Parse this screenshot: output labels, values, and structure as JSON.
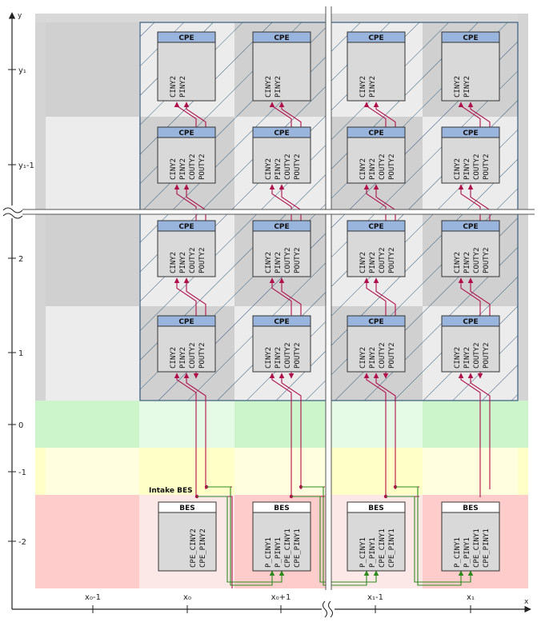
{
  "axes": {
    "y_label": "y",
    "x_label": "x",
    "y_ticks": [
      "y₁",
      "y₁-1",
      "2",
      "1",
      "0",
      "-1",
      "-2"
    ],
    "x_ticks": [
      "x₀-1",
      "x₀",
      "x₀+1",
      "x₁-1",
      "x₁"
    ]
  },
  "cpe": {
    "title": "CPE",
    "top_row_pins": [
      "CINY2",
      "PINY2"
    ],
    "pins": [
      "CINY2",
      "PINY2",
      "COUTY2",
      "POUTY2"
    ]
  },
  "bes": {
    "title": "BES",
    "intake_label": "Intake BES",
    "blocks": [
      {
        "pins": [
          "CPE_CINY2",
          "CPE_PINY2"
        ]
      },
      {
        "pins": [
          "P_CINY1",
          "P_PINY1",
          "CPE_CINY1",
          "CPE_PINY1"
        ]
      },
      {
        "pins": [
          "P_CINY1",
          "P_PINY1",
          "CPE_CINY1",
          "CPE_PINY1"
        ]
      },
      {
        "pins": [
          "P_CINY1",
          "P_PINY1",
          "CPE_CINY1",
          "CPE_PINY1"
        ]
      }
    ]
  },
  "colors": {
    "cpe_header": "#9ab5dd",
    "block_fill": "#d9d9d9",
    "wire_red": "#b0104a",
    "wire_green": "#2e8b20",
    "hatch": "#3a5d7c",
    "row0": "#ccf5cc",
    "row_minus1": "#ffffc8",
    "row_minus2": "#ffcccc"
  }
}
